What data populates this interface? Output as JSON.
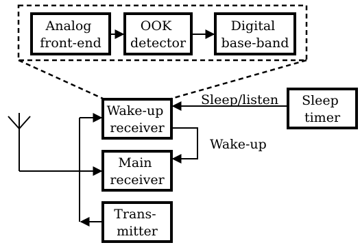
{
  "blocks": {
    "analog_frontend": [
      "Analog",
      "front-end"
    ],
    "ook_detector": [
      "OOK",
      "detector"
    ],
    "digital_baseband": [
      "Digital",
      "base-band"
    ],
    "wakeup_receiver": [
      "Wake-up",
      "receiver"
    ],
    "main_receiver": [
      "Main",
      "receiver"
    ],
    "transmitter": [
      "Trans-",
      "mitter"
    ],
    "sleep_timer": [
      "Sleep",
      "timer"
    ]
  },
  "signals": {
    "sleep_listen": "Sleep/listen",
    "wake_up": "Wake-up"
  }
}
